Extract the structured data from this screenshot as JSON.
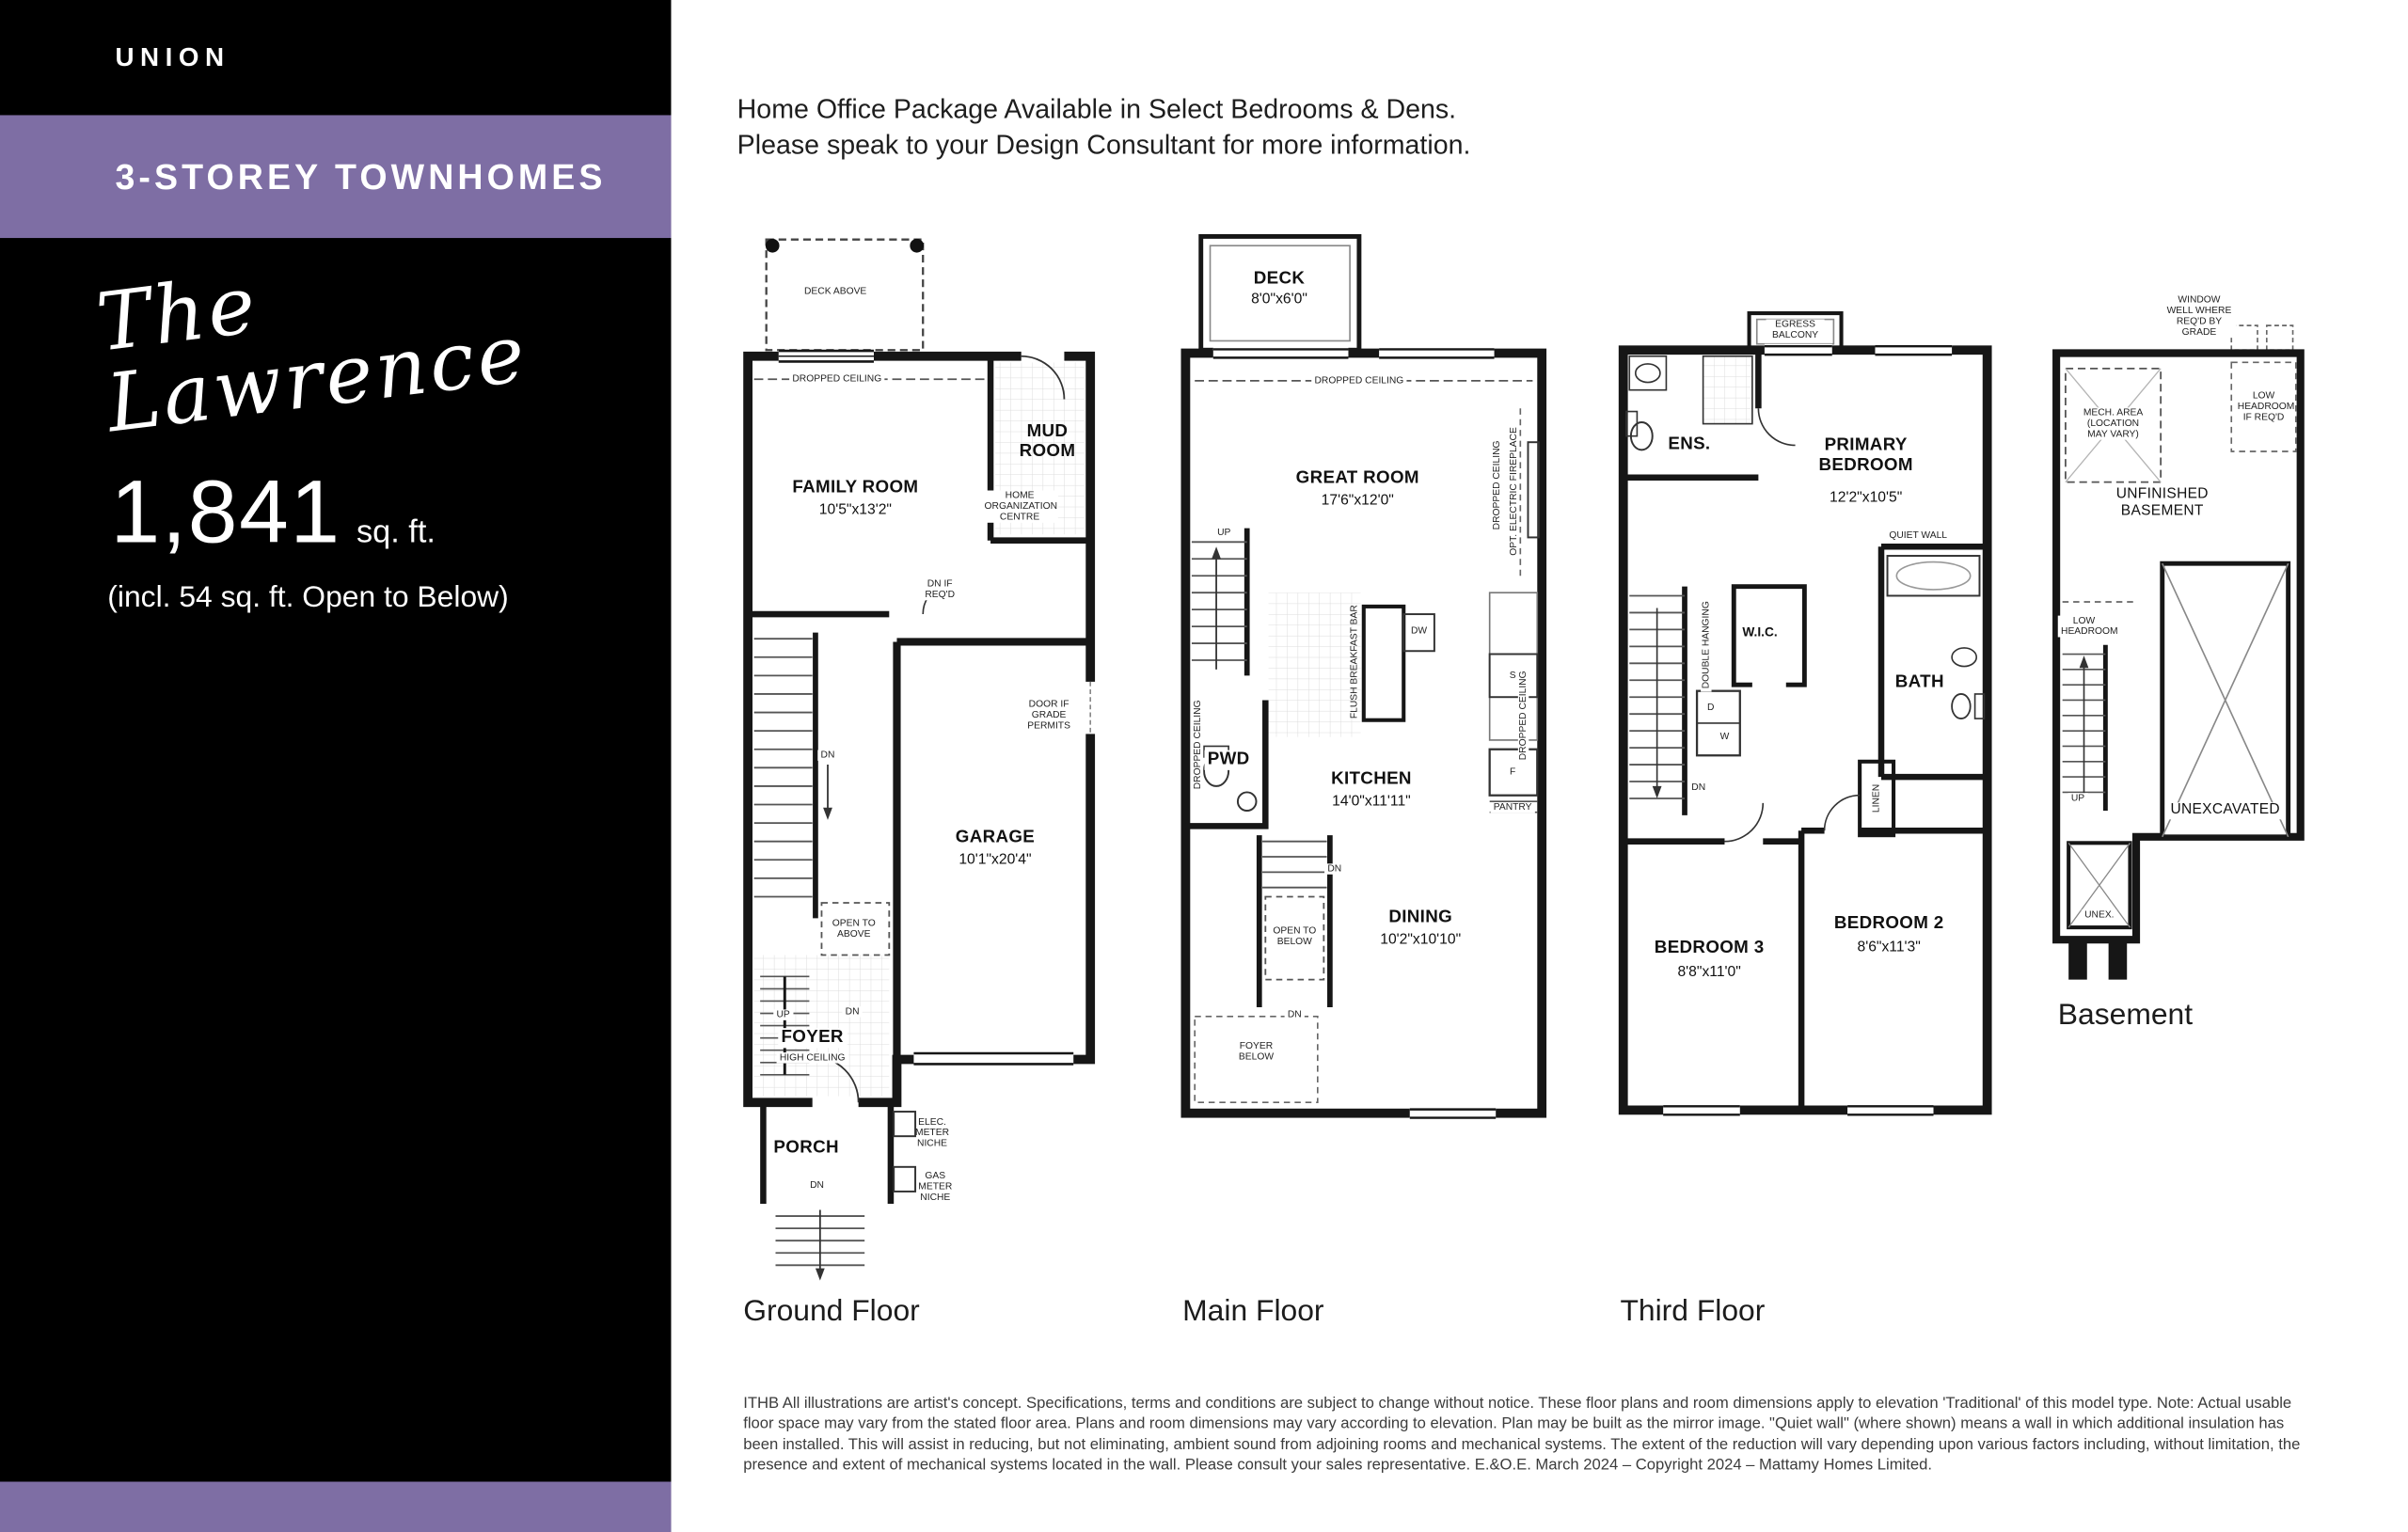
{
  "theme": {
    "purple": "#7e6ea4",
    "sidebar_black": "#000000",
    "wall_ink": "#161616"
  },
  "sidebar": {
    "brand": "UNION",
    "banner": "3-STOREY TOWNHOMES",
    "model_name": "The Lawrence",
    "area_value": "1,841",
    "area_unit": "sq. ft.",
    "area_note": "(incl. 54 sq. ft. Open to Below)"
  },
  "header": {
    "line1": "Home Office Package Available in Select Bedrooms & Dens.",
    "line2": "Please speak to your Design Consultant for more information."
  },
  "misc": {
    "dn": "DN",
    "up": "UP"
  },
  "ground": {
    "caption": "Ground Floor",
    "deck_above": "DECK ABOVE",
    "dropped_ceiling": "DROPPED CEILING",
    "family_room": "FAMILY ROOM",
    "family_room_dim": "10'5\"x13'2\"",
    "mud_room": "MUD ROOM",
    "home_org": "HOME ORGANIZATION CENTRE",
    "dn_if_reqd": "DN IF REQ'D",
    "door_if_grade": "DOOR IF GRADE PERMITS",
    "garage": "GARAGE",
    "garage_dim": "10'1\"x20'4\"",
    "open_to_above": "OPEN TO ABOVE",
    "foyer": "FOYER",
    "high_ceiling": "HIGH CEILING",
    "porch": "PORCH",
    "elec_niche": "ELEC. METER NICHE",
    "gas_niche": "GAS METER NICHE"
  },
  "main_floor": {
    "caption": "Main Floor",
    "deck": "DECK",
    "deck_dim": "8'0\"x6'0\"",
    "dropped_ceiling_top": "DROPPED CEILING",
    "great_room": "GREAT ROOM",
    "great_room_dim": "17'6\"x12'0\"",
    "dropped_ceiling_right": "DROPPED CEILING",
    "opt_fireplace": "OPT. ELECTRIC FIREPLACE",
    "flush_bar": "FLUSH BREAKFAST BAR",
    "dw": "DW",
    "s": "S",
    "dropped_ceiling_col": "DROPPED CEILING",
    "pwd": "PWD",
    "dropped_ceiling_left": "DROPPED CEILING",
    "kitchen": "KITCHEN",
    "kitchen_dim": "14'0\"x11'11\"",
    "f": "F",
    "pantry": "PANTRY",
    "open_to_below": "OPEN TO BELOW",
    "dining": "DINING",
    "dining_dim": "10'2\"x10'10\"",
    "foyer_below": "FOYER BELOW"
  },
  "third": {
    "caption": "Third Floor",
    "egress_balcony": "EGRESS BALCONY",
    "ens": "ENS.",
    "primary_bedroom": "PRIMARY BEDROOM",
    "primary_bedroom_dim": "12'2\"x10'5\"",
    "quiet_wall": "QUIET WALL",
    "double_hanging": "DOUBLE HANGING",
    "wic": "W.I.C.",
    "bath": "BATH",
    "d": "D",
    "w": "W",
    "linen": "LINEN",
    "bedroom3": "BEDROOM 3",
    "bedroom3_dim": "8'8\"x11'0\"",
    "bedroom2": "BEDROOM 2",
    "bedroom2_dim": "8'6\"x11'3\""
  },
  "basement": {
    "caption": "Basement",
    "window_well": "WINDOW WELL WHERE REQ'D BY GRADE",
    "mech_area": "MECH. AREA (LOCATION MAY VARY)",
    "low_headroom_reqd": "LOW HEADROOM IF REQ'D",
    "unfinished_basement": "UNFINISHED BASEMENT",
    "low_headroom": "LOW HEADROOM",
    "unexcavated": "UNEXCAVATED",
    "unex": "UNEX."
  },
  "disclaimer": "ITHB All illustrations are artist's concept. Specifications, terms and conditions are subject to change without notice. These floor plans and room dimensions apply to elevation 'Traditional' of this model type. Note: Actual usable floor space may vary from the stated floor area. Plans and room dimensions may vary according to elevation. Plan may be built as the mirror image. \"Quiet wall\" (where shown) means a wall in which additional insulation has been installed. This will assist in reducing, but not eliminating, ambient sound from adjoining rooms and mechanical systems. The extent of the reduction will vary depending upon various factors including, without limitation, the presence and extent of mechanical systems located in the wall. Please consult your sales representative. E.&O.E. March 2024 – Copyright 2024 – Mattamy Homes Limited."
}
